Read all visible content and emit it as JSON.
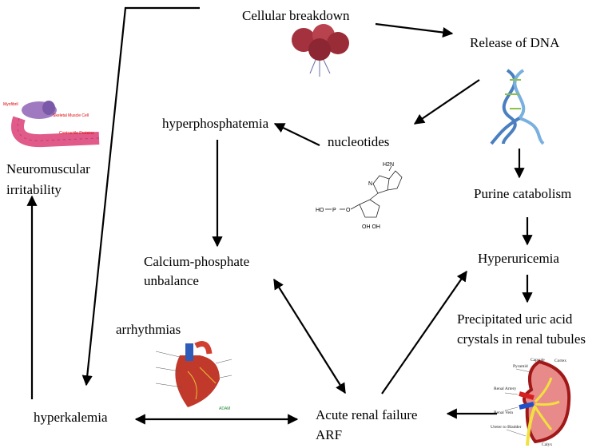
{
  "nodes": {
    "cellular_breakdown": "Cellular breakdown",
    "release_dna": "Release of DNA",
    "nucleotides": "nucleotides",
    "hyperphosphatemia": "hyperphosphatemia",
    "purine_catabolism": "Purine catabolism",
    "hyperuricemia": "Hyperuricemia",
    "precipitated_line1": "Precipitated uric acid",
    "precipitated_line2": "crystals in renal tubules",
    "calcium_line1": "Calcium-phosphate",
    "calcium_line2": "unbalance",
    "arrhythmias": "arrhythmias",
    "hyperkalemia": "hyperkalemia",
    "arf_line1": "Acute renal failure",
    "arf_line2": "ARF",
    "neuro_line1": "Neuromuscular",
    "neuro_line2": "irritability"
  },
  "images": {
    "muscle_labels": [
      "Myofibril",
      "Skeletal Muscle Cell",
      "Contractile Proteins"
    ],
    "nucleotide_labels": [
      "HO",
      "P",
      "O",
      "H2N",
      "N",
      "OH OH"
    ],
    "heart_label": "ADAM",
    "kidney_labels": [
      "Capsule",
      "Cortex",
      "Pyramid",
      "Renal Artery",
      "Renal Vein",
      "Ureter to Bladder",
      "Calyx"
    ]
  }
}
